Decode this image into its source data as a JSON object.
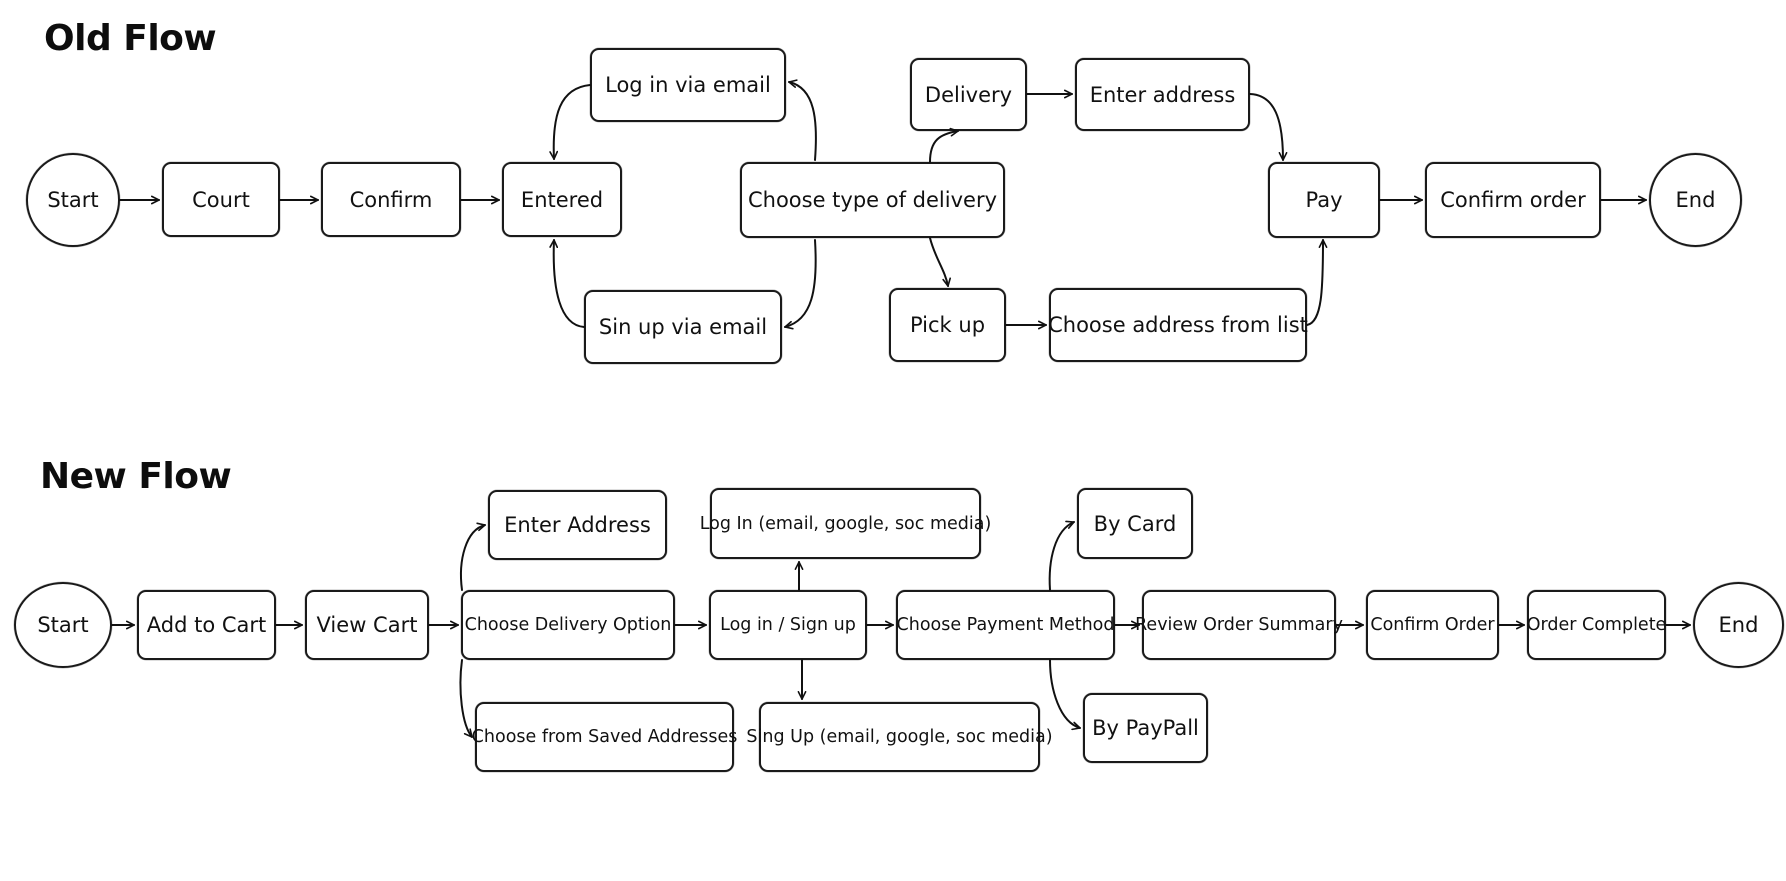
{
  "old_flow": {
    "title": "Old Flow",
    "nodes": {
      "start": "Start",
      "court": "Court",
      "confirm": "Confirm",
      "entered": "Entered",
      "login_email": "Log in via email",
      "signup_email": "Sin up via email",
      "choose_delivery_type": "Choose type of delivery",
      "delivery": "Delivery",
      "enter_address": "Enter address",
      "pick_up": "Pick up",
      "choose_address_list": "Choose address from list",
      "pay": "Pay",
      "confirm_order": "Confirm order",
      "end": "End"
    }
  },
  "new_flow": {
    "title": "New Flow",
    "nodes": {
      "start": "Start",
      "add_to_cart": "Add to Cart",
      "view_cart": "View Cart",
      "choose_delivery_option": "Choose Delivery Option",
      "enter_address": "Enter Address",
      "saved_addresses": "Choose from Saved Addresses",
      "login_signup": "Log in / Sign up",
      "login_options": "Log In (email, google, soc media)",
      "signup_options": "Sing Up (email, google, soc media)",
      "choose_payment_method": "Choose Payment Method",
      "by_card": "By Card",
      "by_paypal": "By PayPall",
      "review_order_summary": "Review Order Summary",
      "confirm_order": "Confirm Order",
      "order_complete": "Order Complete",
      "end": "End"
    }
  }
}
